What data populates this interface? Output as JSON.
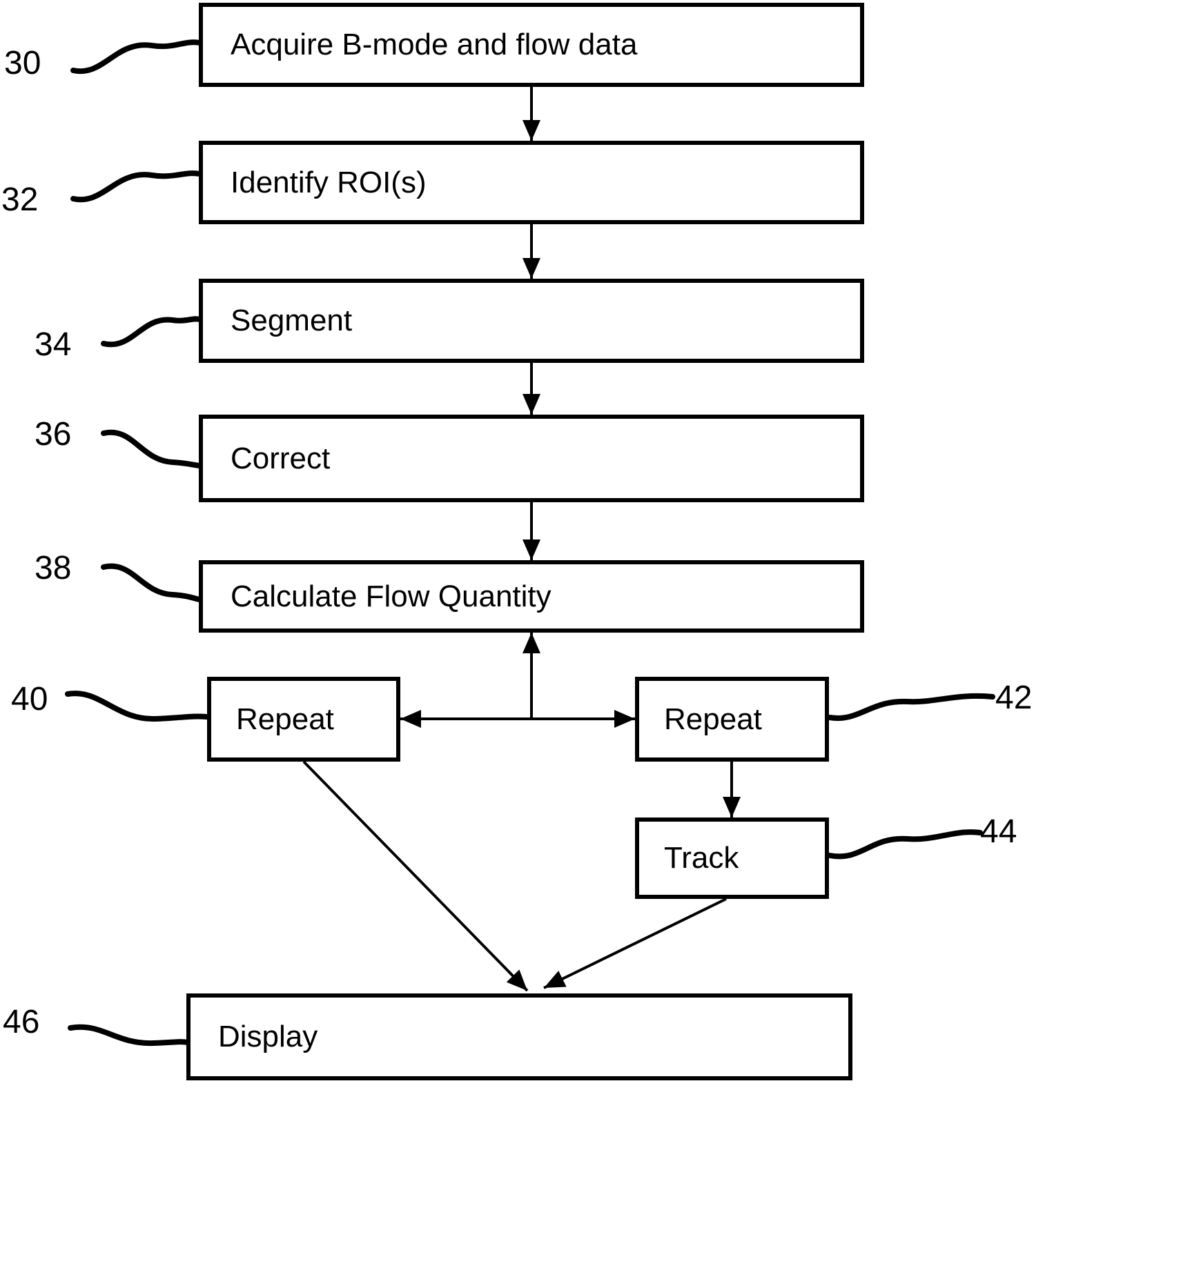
{
  "figure": {
    "background": "#ffffff",
    "line_color": "#000000",
    "nodes": {
      "acquire": {
        "label": "Acquire B-mode and flow data",
        "ref": "30"
      },
      "identify": {
        "label": "Identify ROI(s)",
        "ref": "32"
      },
      "segment": {
        "label": "Segment",
        "ref": "34"
      },
      "correct": {
        "label": "Correct",
        "ref": "36"
      },
      "calculate": {
        "label": "Calculate Flow Quantity",
        "ref": "38"
      },
      "repeat_left": {
        "label": "Repeat",
        "ref": "40"
      },
      "repeat_right": {
        "label": "Repeat",
        "ref": "42"
      },
      "track": {
        "label": "Track",
        "ref": "44"
      },
      "display": {
        "label": "Display",
        "ref": "46"
      }
    }
  }
}
